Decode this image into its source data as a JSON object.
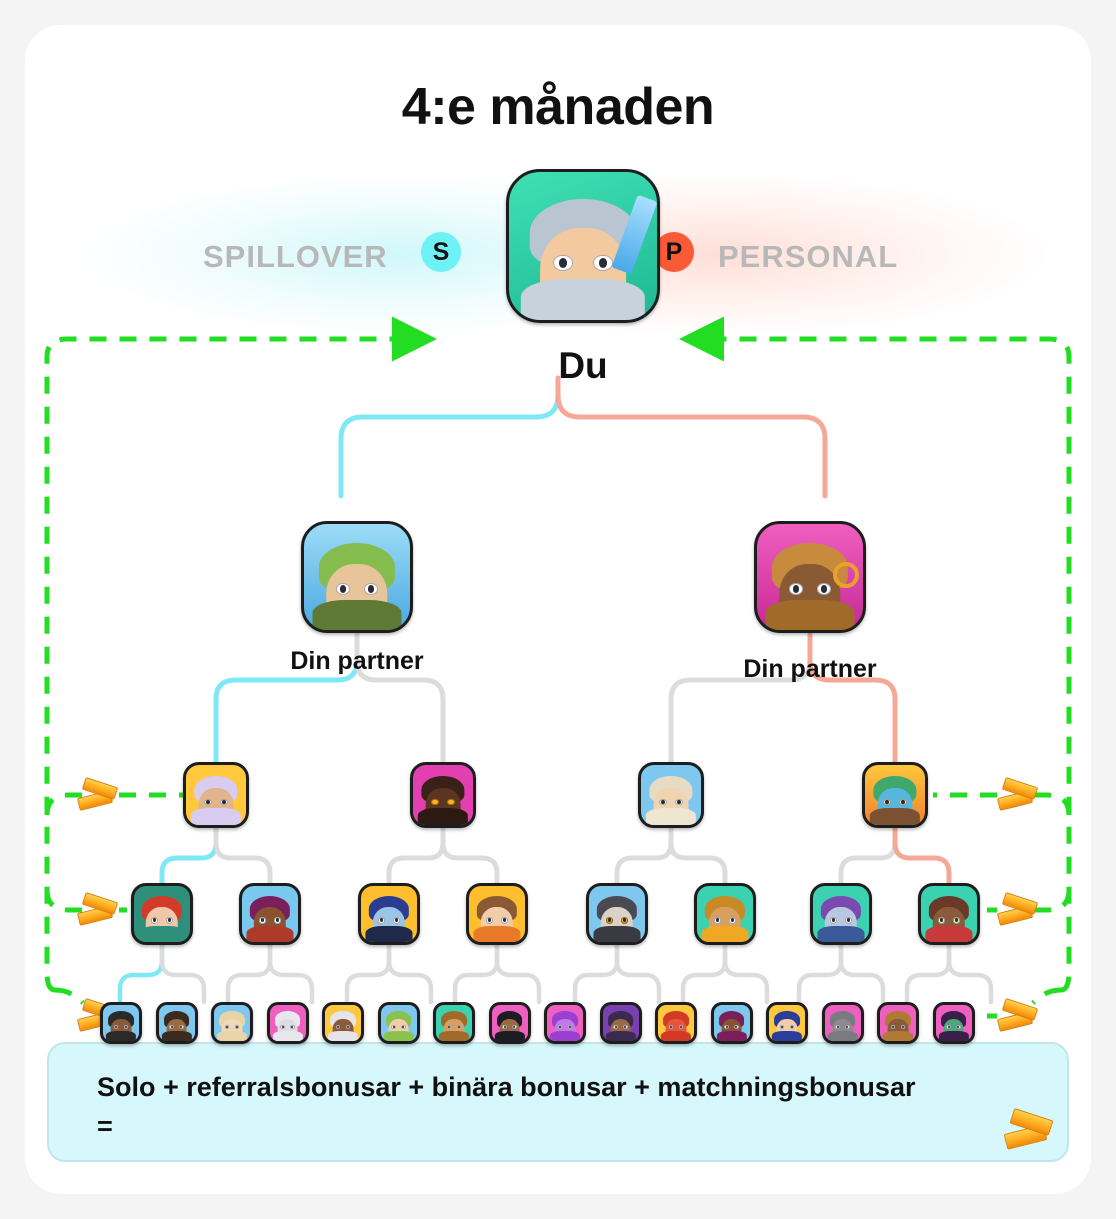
{
  "page": {
    "title": "4:e månaden",
    "background_color": "#f4f4f5",
    "card_color": "#ffffff"
  },
  "legend": {
    "left_label": "SPILLOVER",
    "left_badge": "S",
    "left_badge_color": "#6ff2f5",
    "right_label": "PERSONAL",
    "right_badge": "P",
    "right_badge_color": "#fa5a36",
    "label_color": "#b8b8b8"
  },
  "tree": {
    "root": {
      "label": "Du",
      "icon": "knight-avatar",
      "bg": "#2bd6a8",
      "accent": "#c8d2dc",
      "hair": "#b9c6d2",
      "skin": "#f3c9a0"
    },
    "level1": [
      {
        "label": "Din partner",
        "icon": "hooded-archer-avatar",
        "bg": "#6fc8f2",
        "accent": "#7ab648",
        "hair": "#84bc4e",
        "skin": "#e8c49a",
        "side": "left"
      },
      {
        "label": "Din partner",
        "icon": "turbaned-keykeeper-avatar",
        "bg": "#e040ab",
        "accent": "#c07a26",
        "hair": "#c88a3c",
        "skin": "#8a5a34",
        "side": "right"
      }
    ],
    "level2": [
      {
        "icon": "white-haired-sorceress-avatar",
        "bg": "#ffc györ",
        "bg_color": "#ffc83d",
        "hair": "#d8cdf0",
        "skin": "#e2b48c"
      },
      {
        "icon": "dark-ember-demon-avatar",
        "bg_color": "#e23fb0",
        "hair": "#4a2a1c",
        "skin": "#5c3422"
      },
      {
        "icon": "desert-nomad-avatar",
        "bg_color": "#7ec8f0",
        "hair": "#e6dcc4",
        "skin": "#f0d4b0"
      },
      {
        "icon": "blue-forest-spirit-avatar",
        "bg_color": "#ffc83d",
        "hair": "#3fa86a",
        "skin": "#57b6e0"
      }
    ],
    "level3": [
      {
        "icon": "red-haired-witch-avatar",
        "bg_color": "#2e8f7a",
        "hair": "#d23a2a",
        "skin": "#f0c8a8"
      },
      {
        "icon": "tribal-dancer-avatar",
        "bg_color": "#79c8ee",
        "hair": "#7a1f5c",
        "skin": "#8a5230"
      },
      {
        "icon": "blue-masked-warrior-avatar",
        "bg_color": "#ffbe2e",
        "hair": "#2a3d8f",
        "skin": "#9ac4e8"
      },
      {
        "icon": "brown-haired-noble-avatar",
        "bg_color": "#ffbe2e",
        "hair": "#8a5a34",
        "skin": "#f2cda8"
      },
      {
        "icon": "gorilla-avatar",
        "bg_color": "#7ec8f0",
        "hair": "#4a4a52",
        "skin": "#d8d2c8"
      },
      {
        "icon": "golden-haired-lady-avatar",
        "bg_color": "#3ad2b0",
        "hair": "#c88a24",
        "skin": "#d8a060"
      },
      {
        "icon": "purple-haired-swordswoman-avatar",
        "bg_color": "#3ad2b0",
        "hair": "#7a4ab0",
        "skin": "#b8c8e0"
      },
      {
        "icon": "red-cloak-ranger-avatar",
        "bg_color": "#3ad2b0",
        "hair": "#6a3a28",
        "skin": "#8a5a3a"
      }
    ],
    "level4": [
      {
        "icon": "masked-thief-avatar",
        "bg_color": "#7ec8f0",
        "hair": "#2a2a2a",
        "skin": "#8a5a3a"
      },
      {
        "icon": "dark-haired-youth-avatar",
        "bg_color": "#7ec8f0",
        "hair": "#3a2a20",
        "skin": "#9a6a42"
      },
      {
        "icon": "blonde-villager-avatar",
        "bg_color": "#7ec8f0",
        "hair": "#e8d4a8",
        "skin": "#f2d8b8"
      },
      {
        "icon": "white-haired-elder-avatar",
        "bg_color": "#ef5fc0",
        "hair": "#e8e8ec",
        "skin": "#dcdce2"
      },
      {
        "icon": "silver-haired-warrior-avatar",
        "bg_color": "#ffc83d",
        "hair": "#e4e4ea",
        "skin": "#8a5a3a"
      },
      {
        "icon": "green-hood-scout-avatar",
        "bg_color": "#7ec8f0",
        "hair": "#8ac24e",
        "skin": "#f0cfa8"
      },
      {
        "icon": "golden-lady-avatar",
        "bg_color": "#3ad2b0",
        "hair": "#a06a2c",
        "skin": "#d8a060"
      },
      {
        "icon": "black-veiled-rogue-avatar",
        "bg_color": "#ef5fc0",
        "hair": "#1c1c24",
        "skin": "#9a6a42"
      },
      {
        "icon": "purple-slime-avatar",
        "bg_color": "#ef5fc0",
        "hair": "#9a3fd0",
        "skin": "#c07ae8"
      },
      {
        "icon": "pirate-captain-avatar",
        "bg_color": "#7a3fb0",
        "hair": "#3a2a50",
        "skin": "#9a6a42"
      },
      {
        "icon": "red-devil-avatar",
        "bg_color": "#ffc83d",
        "hair": "#d23a28",
        "skin": "#e8563a"
      },
      {
        "icon": "feathered-shaman-avatar",
        "bg_color": "#7ec8f0",
        "hair": "#7a1f5c",
        "skin": "#8a5230"
      },
      {
        "icon": "blue-haired-mage-avatar",
        "bg_color": "#ffc83d",
        "hair": "#2a3d9a",
        "skin": "#f2cda8"
      },
      {
        "icon": "stone-beast-avatar",
        "bg_color": "#ef5fc0",
        "hair": "#7a7a80",
        "skin": "#8a8a90"
      },
      {
        "icon": "hooded-merchant-avatar",
        "bg_color": "#ef5fc0",
        "hair": "#b07a34",
        "skin": "#8a5a3a"
      },
      {
        "icon": "green-skinned-witch-avatar",
        "bg_color": "#ef5fc0",
        "hair": "#3a1f4a",
        "skin": "#4aa87a"
      }
    ]
  },
  "links": {
    "spillover_color": "#7fe8f5",
    "personal_color": "#f5a898",
    "neutral_color": "#dcdcdc",
    "bonus_color": "#22dd22"
  },
  "bonus_icons": {
    "name": "gold-bars-icon",
    "count_left": 3,
    "count_right": 3
  },
  "formula": {
    "text": "Solo + referralsbonusar + binära bonusar + matchningsbonusar =",
    "icon": "gold-bars-icon",
    "background": "#d6f7fb"
  }
}
